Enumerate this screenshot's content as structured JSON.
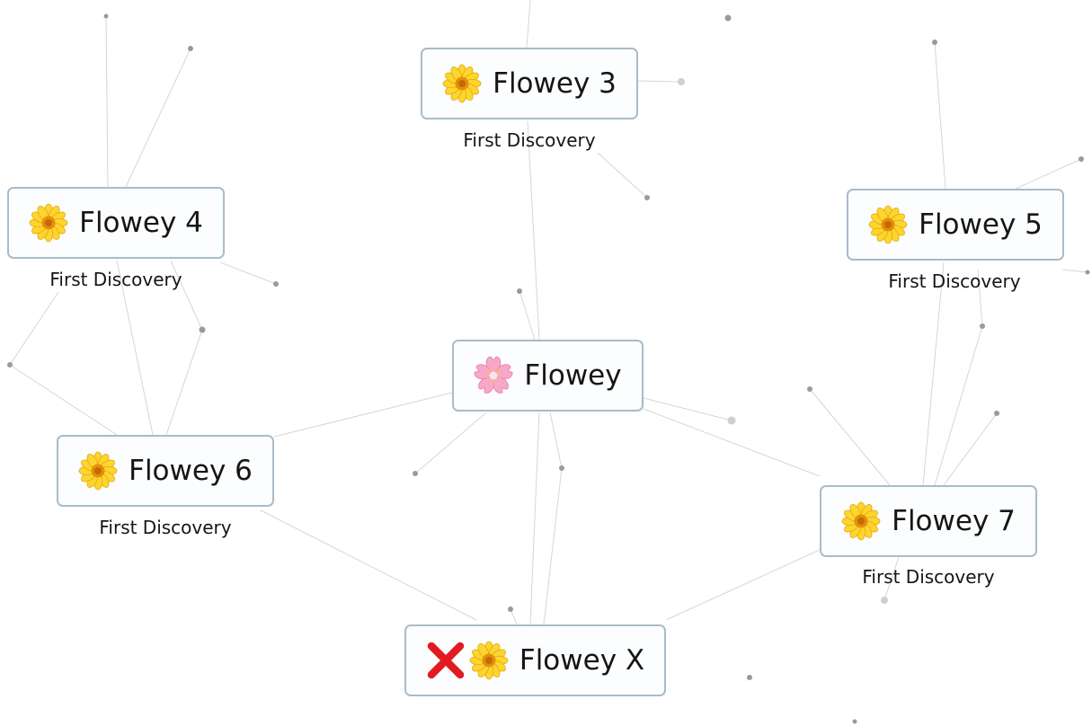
{
  "elements": [
    {
      "id": "flowey",
      "label": "Flowey",
      "icons": [
        "pink-blossom-icon"
      ]
    },
    {
      "id": "flowey-3",
      "label": "Flowey 3",
      "icons": [
        "yellow-blossom-icon"
      ],
      "caption": "First Discovery"
    },
    {
      "id": "flowey-4",
      "label": "Flowey 4",
      "icons": [
        "yellow-blossom-icon"
      ],
      "caption": "First Discovery"
    },
    {
      "id": "flowey-5",
      "label": "Flowey 5",
      "icons": [
        "yellow-blossom-icon"
      ],
      "caption": "First Discovery"
    },
    {
      "id": "flowey-6",
      "label": "Flowey 6",
      "icons": [
        "yellow-blossom-icon"
      ],
      "caption": "First Discovery"
    },
    {
      "id": "flowey-7",
      "label": "Flowey 7",
      "icons": [
        "yellow-blossom-icon"
      ],
      "caption": "First Discovery"
    },
    {
      "id": "flowey-x",
      "label": "Flowey X",
      "icons": [
        "red-cross-icon",
        "yellow-blossom-icon"
      ]
    }
  ],
  "colors": {
    "node_border": "#a9bcc9",
    "node_background": "#fbfdfe",
    "text": "#151515",
    "link_line": "#d6d6d6",
    "dot": "#9a9a9a"
  }
}
